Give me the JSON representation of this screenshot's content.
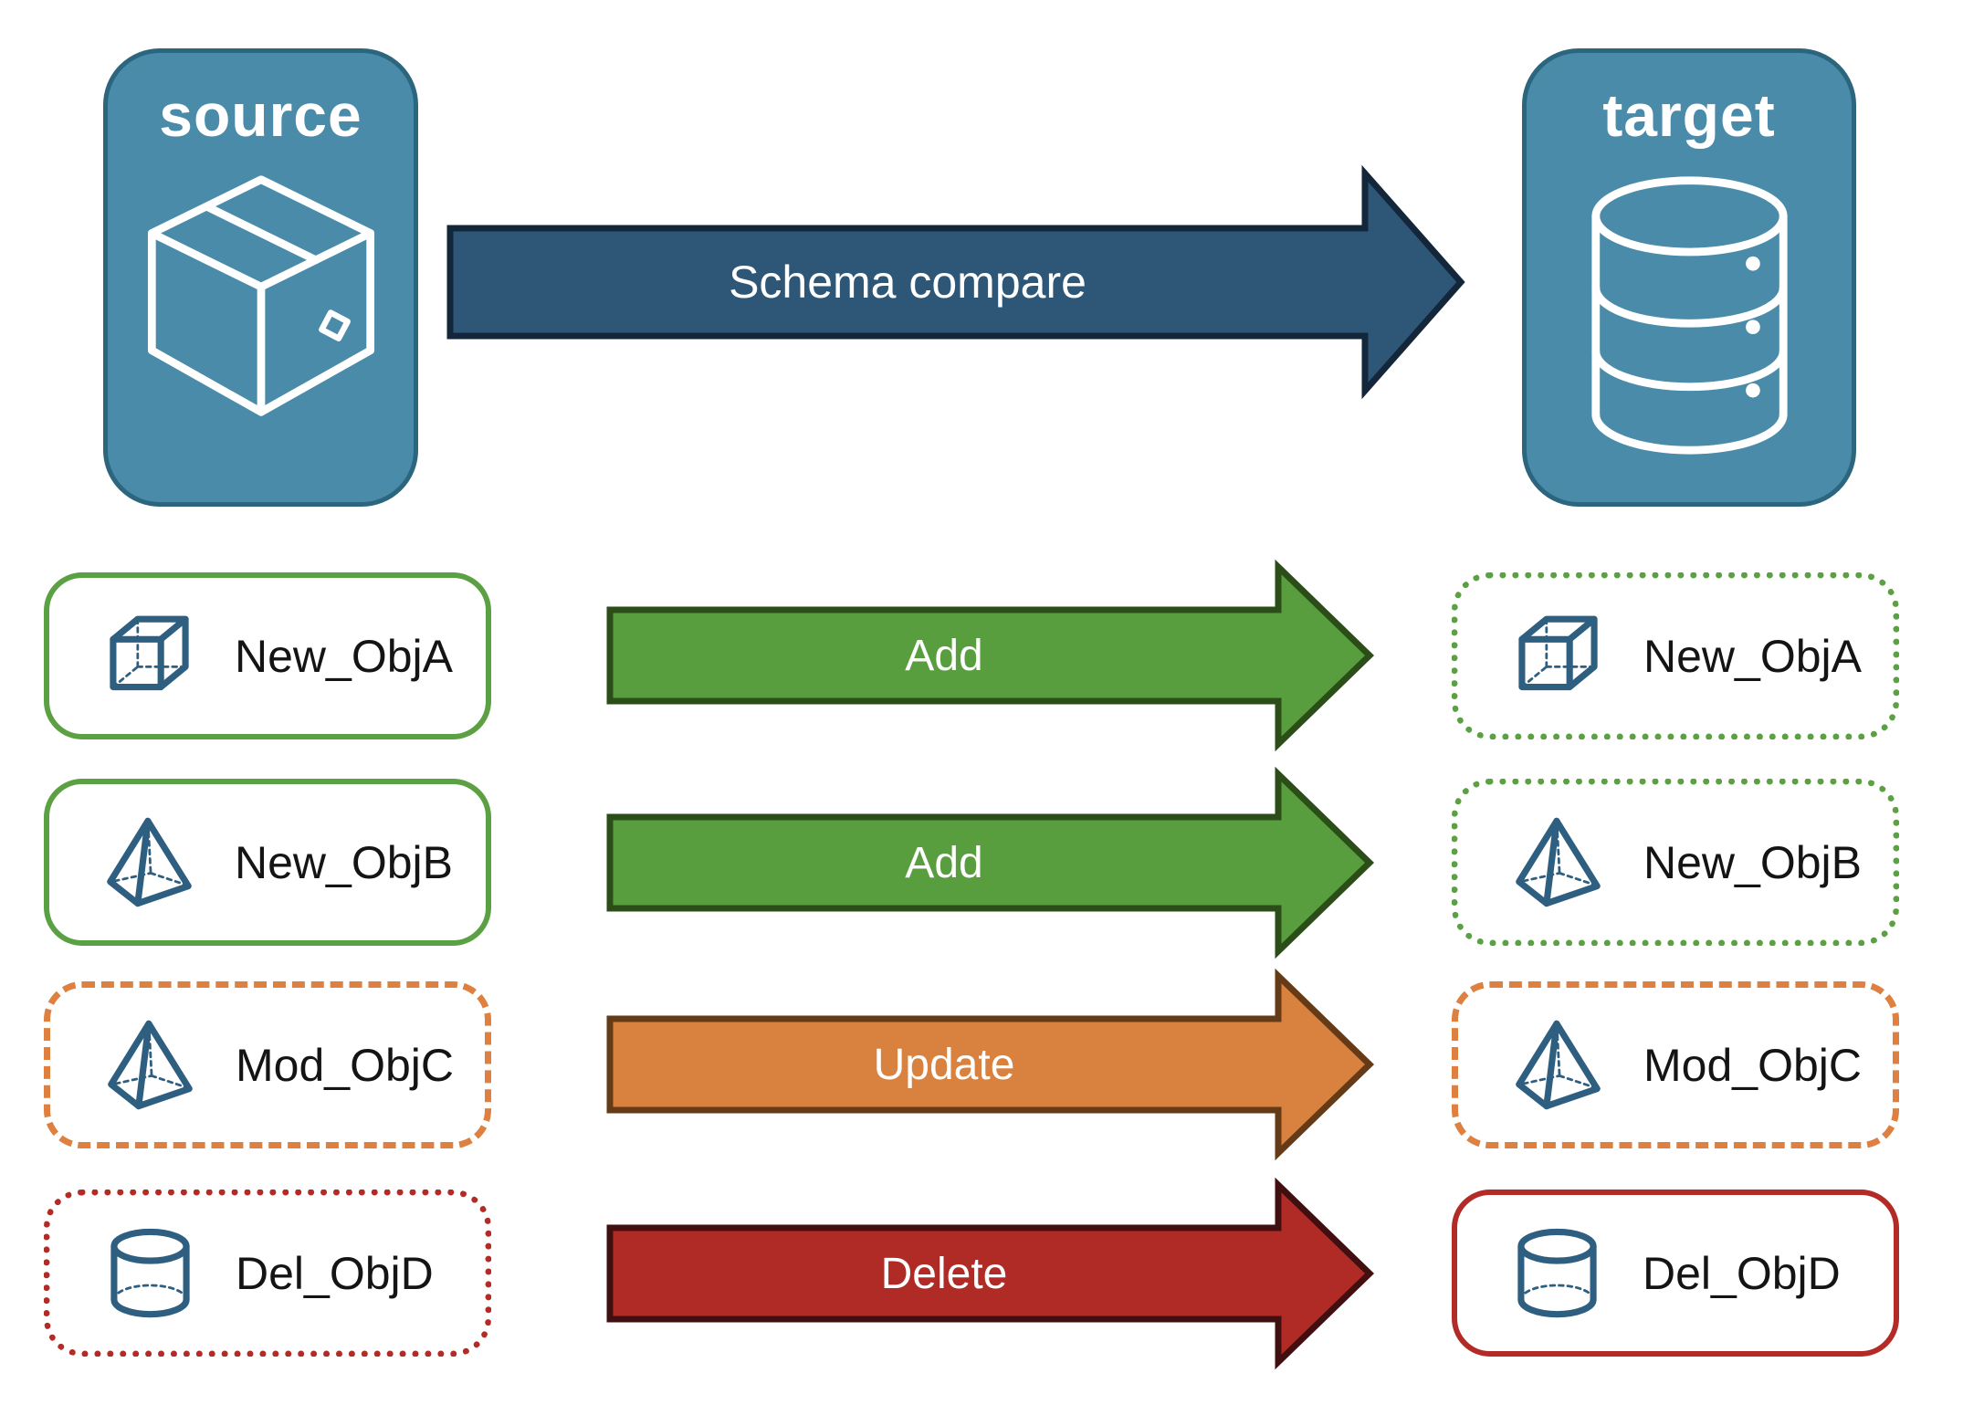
{
  "diagram": {
    "source_node": {
      "label": "source",
      "icon": "package-icon"
    },
    "target_node": {
      "label": "target",
      "icon": "database-icon"
    },
    "top_arrow": {
      "label": "Schema compare"
    },
    "rows": [
      {
        "left": {
          "label": "New_ObjA",
          "icon": "cube-icon",
          "border_style": "solid-green"
        },
        "arrow": {
          "label": "Add",
          "color": "#599E3E"
        },
        "right": {
          "label": "New_ObjA",
          "icon": "cube-icon",
          "border_style": "dotted-green"
        }
      },
      {
        "left": {
          "label": "New_ObjB",
          "icon": "pyramid-icon",
          "border_style": "solid-green"
        },
        "arrow": {
          "label": "Add",
          "color": "#599E3E"
        },
        "right": {
          "label": "New_ObjB",
          "icon": "pyramid-icon",
          "border_style": "dotted-green"
        }
      },
      {
        "left": {
          "label": "Mod_ObjC",
          "icon": "pyramid-icon",
          "border_style": "dashed-orange"
        },
        "arrow": {
          "label": "Update",
          "color": "#D9823F"
        },
        "right": {
          "label": "Mod_ObjC",
          "icon": "pyramid-icon",
          "border_style": "dashed-orange"
        }
      },
      {
        "left": {
          "label": "Del_ObjD",
          "icon": "cylinder-icon",
          "border_style": "dotted-red"
        },
        "arrow": {
          "label": "Delete",
          "color": "#B12B26"
        },
        "right": {
          "label": "Del_ObjD",
          "icon": "cylinder-icon",
          "border_style": "solid-red"
        }
      }
    ],
    "colors": {
      "node_fill": "#4A8BA9",
      "node_border": "#2C657E",
      "node_text": "#FFFFFF",
      "schema_arrow_fill": "#2E5777",
      "schema_arrow_border": "#14273A",
      "add_arrow_fill": "#599E3E",
      "add_arrow_border": "#2B4D18",
      "update_arrow_fill": "#D9823F",
      "update_arrow_border": "#653A16",
      "delete_arrow_fill": "#B12B26",
      "delete_arrow_border": "#420F10",
      "green_box_border": "#5BA043",
      "orange_box_border": "#DD8040",
      "red_box_border": "#B32B26",
      "object_icon_color": "#2E5F80",
      "label_text": "#141414"
    }
  }
}
